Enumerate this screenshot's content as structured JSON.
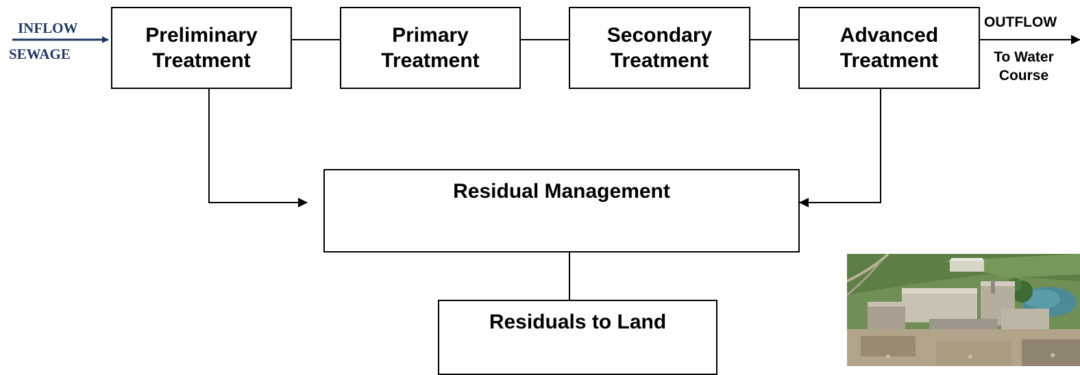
{
  "inflow": {
    "line1": "INFLOW",
    "line2": "SEWAGE"
  },
  "outflow": {
    "title": "OUTFLOW",
    "sub_line1": "To Water",
    "sub_line2": "Course"
  },
  "boxes": {
    "preliminary": {
      "line1": "Preliminary",
      "line2": "Treatment"
    },
    "primary": {
      "line1": "Primary",
      "line2": "Treatment"
    },
    "secondary": {
      "line1": "Secondary",
      "line2": "Treatment"
    },
    "advanced": {
      "line1": "Advanced",
      "line2": "Treatment"
    },
    "residual_management": "Residual Management",
    "residuals_to_land": "Residuals to Land"
  },
  "colors": {
    "inflow_text": "#1f3864",
    "line": "#000000"
  },
  "photo": {
    "subject": "aerial view of wastewater treatment plant"
  }
}
